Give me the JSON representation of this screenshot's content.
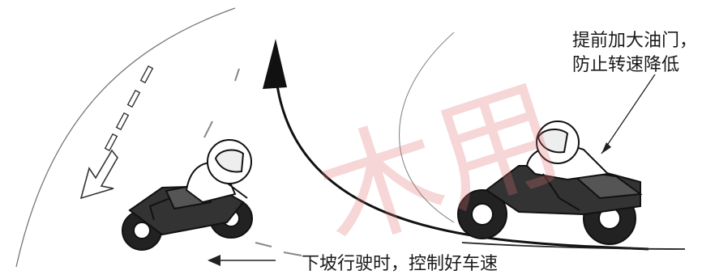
{
  "annotations": {
    "top_right_line1": "提前加大油门，",
    "top_right_line2": "防止转速降低",
    "bottom": "下坡行驶时，控制好车速"
  },
  "watermark": {
    "text": "木用",
    "color": "#e07070"
  },
  "colors": {
    "ink": "#1a1a1a",
    "road": "#555555"
  }
}
